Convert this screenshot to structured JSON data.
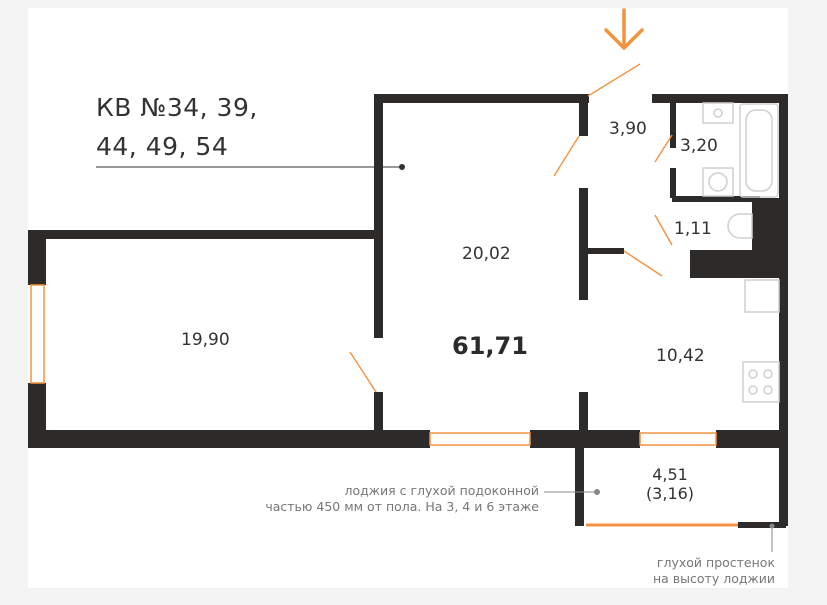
{
  "title": {
    "line1": "КВ №34, 39,",
    "line2": "44, 49, 54"
  },
  "total_area": "61,71",
  "rooms": {
    "room_left": "19,90",
    "room_center": "20,02",
    "kitchen": "10,42",
    "hall": "3,90",
    "bathroom": "3,20",
    "toilet": "1,11",
    "loggia": "4,51",
    "loggia_reduced": "(3,16)"
  },
  "notes": {
    "loggia_line1": "лоджия с глухой подоконной",
    "loggia_line2": "частью 450 мм от пола. На 3, 4 и 6 этаже",
    "wall_line1": "глухой простенок",
    "wall_line2": "на высоту лоджии"
  },
  "colors": {
    "wall": "#2d2a2a",
    "accent": "#f3933f",
    "page": "#ffffff",
    "background": "#f3f3f3",
    "fixture": "#d8d8d8"
  },
  "icons": {
    "entrance": "arrow-down-icon"
  }
}
